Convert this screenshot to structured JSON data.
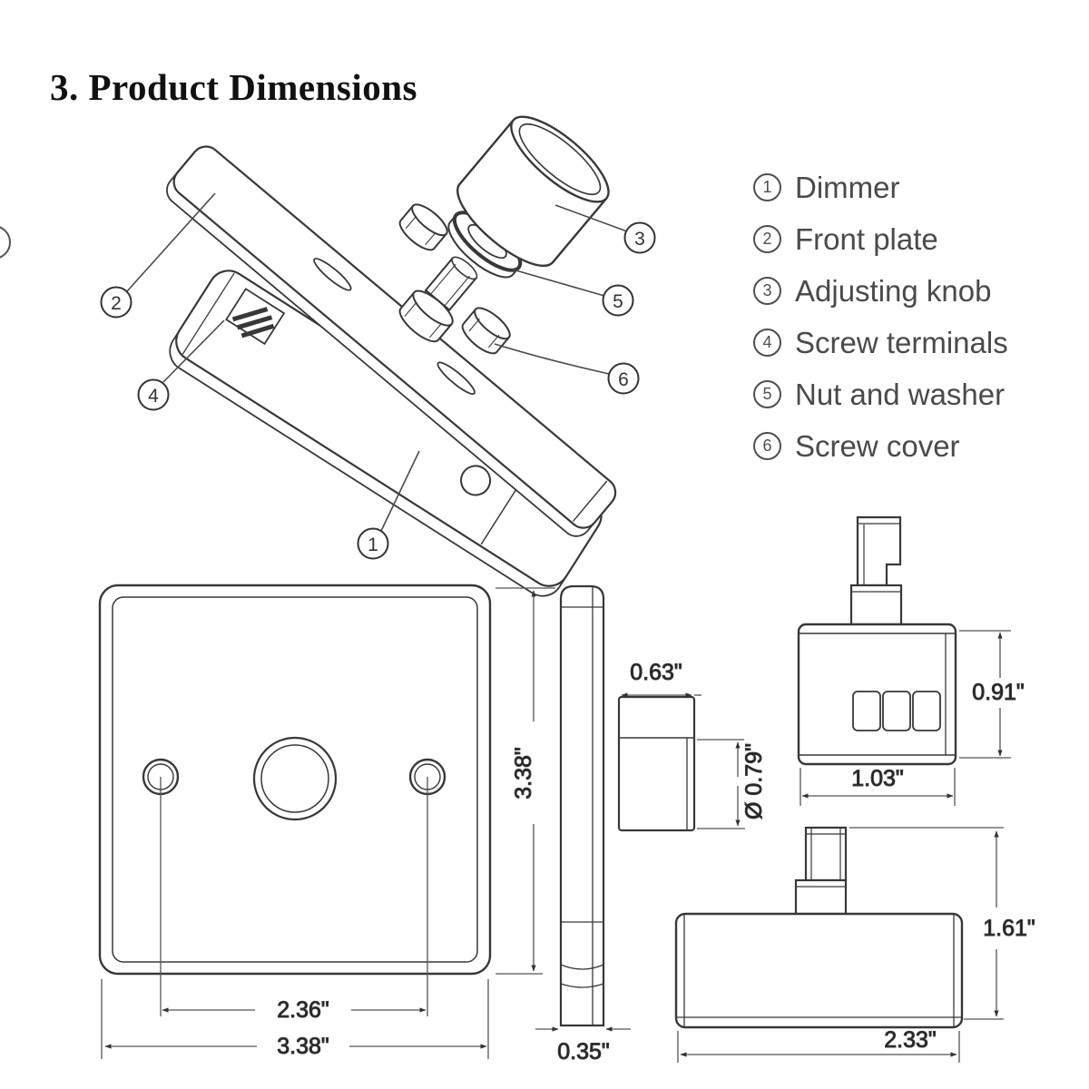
{
  "title": "3. Product Dimensions",
  "legend": [
    {
      "number": "1",
      "label": "Dimmer"
    },
    {
      "number": "2",
      "label": "Front plate"
    },
    {
      "number": "3",
      "label": "Adjusting knob"
    },
    {
      "number": "4",
      "label": "Screw terminals"
    },
    {
      "number": "5",
      "label": "Nut and washer"
    },
    {
      "number": "6",
      "label": "Screw cover"
    }
  ],
  "callouts": {
    "c1": "1",
    "c2": "2",
    "c3": "3",
    "c4": "4",
    "c5": "5",
    "c6": "6"
  },
  "dimensions": {
    "front_height": "3.38\"",
    "front_width": "3.38\"",
    "hole_spacing": "2.36\"",
    "side_depth": "0.35\"",
    "knob_top_width": "0.63\"",
    "knob_diameter": "Ø 0.79\"",
    "back_width": "1.03\"",
    "back_height": "0.91\"",
    "body_width": "2.33\"",
    "body_height": "1.61\""
  }
}
